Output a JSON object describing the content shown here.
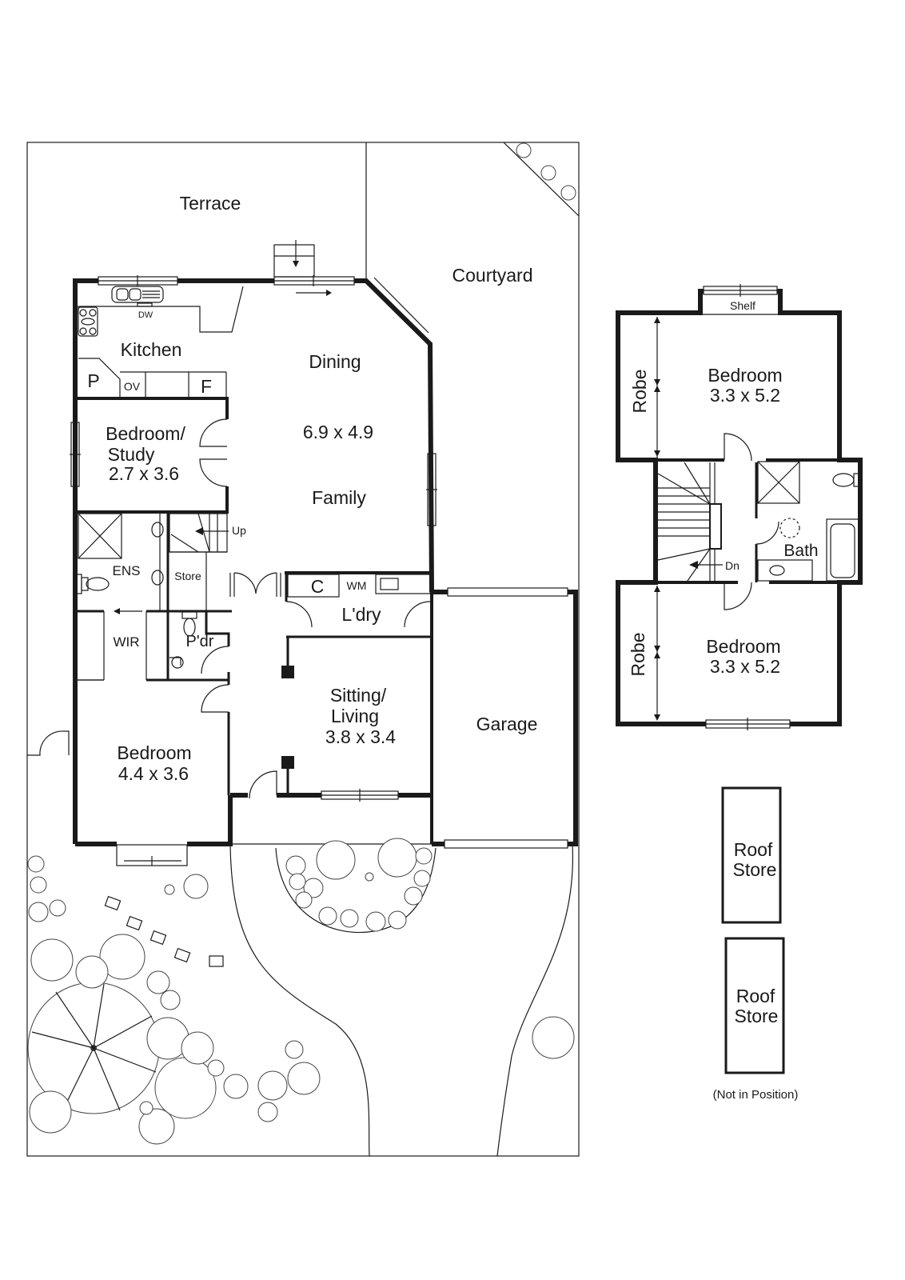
{
  "ground_floor": {
    "outdoor": {
      "terrace": "Terrace",
      "courtyard": "Courtyard"
    },
    "rooms": {
      "kitchen": "Kitchen",
      "kitchen_fixtures": {
        "dishwasher": "DW",
        "pantry": "P",
        "oven": "OV",
        "fridge": "F"
      },
      "dining": "Dining",
      "dining_family_size": "6.9 x 4.9",
      "family": "Family",
      "study_line1": "Bedroom/",
      "study_line2": "Study",
      "study_size": "2.7 x 3.6",
      "ensuite": "ENS",
      "store": "Store",
      "stairs_up": "Up",
      "wir": "WIR",
      "powder": "P'dr",
      "laundry": "L'dry",
      "laundry_fixtures": {
        "cupboard": "C",
        "washing_machine": "WM"
      },
      "sitting_line1": "Sitting/",
      "sitting_line2": "Living",
      "sitting_size": "3.8 x 3.4",
      "garage": "Garage",
      "bedroom": "Bedroom",
      "bedroom_size": "4.4 x 3.6"
    }
  },
  "upper_floor": {
    "shelf": "Shelf",
    "bedroom1": "Bedroom",
    "bedroom1_size": "3.3 x 5.2",
    "robe1": "Robe",
    "bath": "Bath",
    "stairs_down": "Dn",
    "bedroom2": "Bedroom",
    "bedroom2_size": "3.3 x 5.2",
    "robe2": "Robe"
  },
  "roof_store": {
    "box1_line1": "Roof",
    "box1_line2": "Store",
    "box2_line1": "Roof",
    "box2_line2": "Store",
    "note": "(Not in Position)"
  },
  "colors": {
    "ink": "#1a1a1a",
    "background": "#ffffff"
  }
}
